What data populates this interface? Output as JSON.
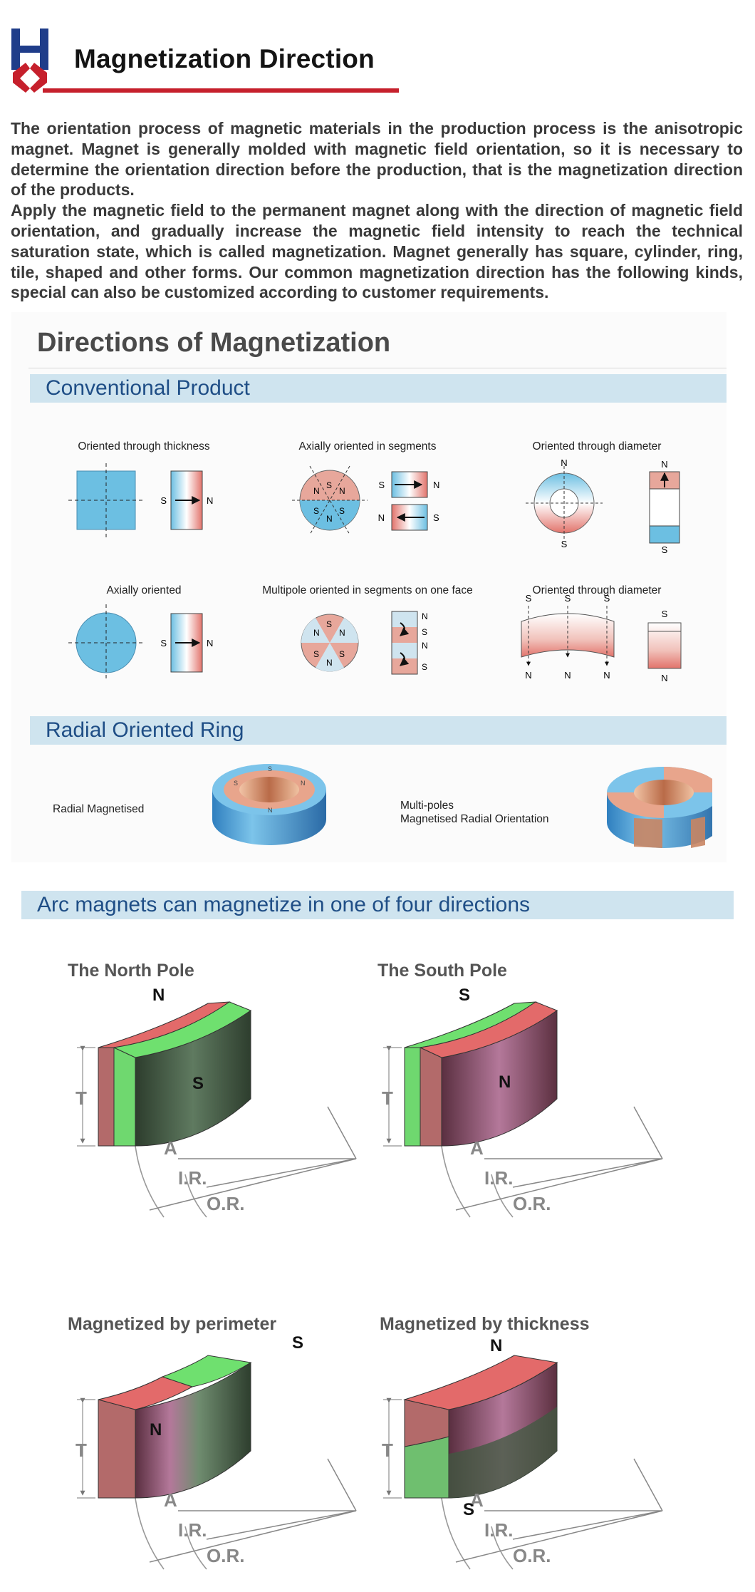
{
  "header": {
    "title": "Magnetization Direction"
  },
  "intro": {
    "paragraphs": [
      "The orientation process of magnetic materials in the production process is the anisotropic magnet. Magnet is generally molded with magnetic field orientation, so it is necessary to determine the orientation direction before the production, that is the magnetization direction of the products.",
      "Apply the magnetic field to the permanent magnet along with the direction of magnetic field orientation, and gradually increase the magnetic field intensity to reach the technical saturation state, which is called magnetization. Magnet generally has square, cylinder, ring, tile, shaped and other forms. Our common magnetization direction has the following kinds, special can also be customized according to customer requirements."
    ]
  },
  "figure": {
    "title": "Directions of Magnetization",
    "conventional": {
      "heading": "Conventional Product",
      "captions": [
        "Oriented through thickness",
        "Axially oriented in segments",
        "Oriented through diameter",
        "Axially oriented",
        "Multipole oriented in segments on one face",
        "Oriented through diameter"
      ]
    },
    "radial": {
      "heading": "Radial Oriented Ring",
      "label_single": "Radial Magnetised",
      "label_multi_line1": "Multi-poles",
      "label_multi_line2": "Magnetised Radial Orientation"
    },
    "pole_labels": {
      "north": "N",
      "south": "S"
    }
  },
  "arc": {
    "heading": "Arc magnets can magnetize in one of four directions",
    "panels": [
      {
        "title": "The North Pole"
      },
      {
        "title": "The South Pole"
      },
      {
        "title": "Magnetized by perimeter"
      },
      {
        "title": "Magnetized by thickness"
      }
    ],
    "dimension_labels": {
      "thickness": "T",
      "angle": "A",
      "inner_radius": "I.R.",
      "outer_radius": "O.R."
    }
  },
  "colors": {
    "brand_red": "#c6202c",
    "brand_blue": "#1f3d8a",
    "band": "#cfe4ef",
    "band_text": "#1f4e86",
    "north_red": "#e2736b",
    "south_blue": "#6cbfe2",
    "arc_red": "#e36a6a",
    "arc_green": "#6fe06f"
  }
}
